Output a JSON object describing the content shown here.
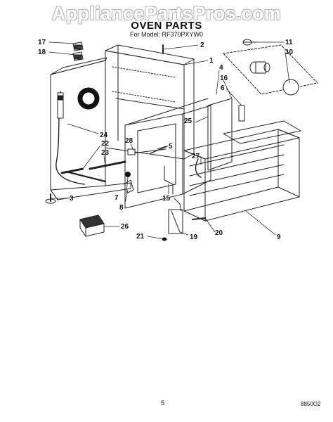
{
  "watermark": "AppliancePartsPros.com",
  "title": "OVEN PARTS",
  "subtitle": "For Model: RF370PXYW0",
  "page_number": "5",
  "doc_code": "8850O2",
  "part_labels": [
    "17",
    "18",
    "2",
    "1",
    "11",
    "10",
    "4",
    "16",
    "6",
    "25",
    "24",
    "22",
    "23",
    "28",
    "5",
    "27",
    "7",
    "8",
    "15",
    "3",
    "26",
    "21",
    "19",
    "20",
    "9"
  ]
}
